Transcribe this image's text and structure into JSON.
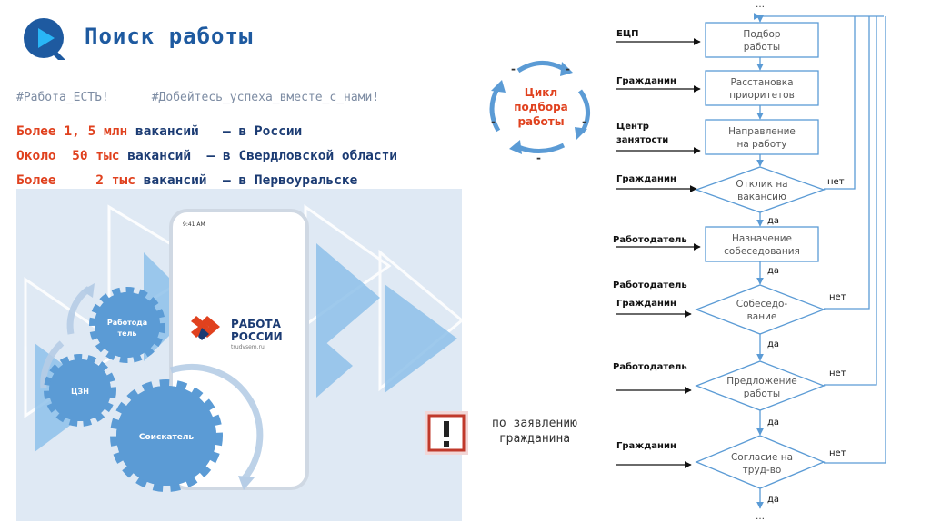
{
  "header": {
    "title": "Поиск работы",
    "tag1": "#Работа_ЕСТЬ!",
    "tag2": "#Добейтесь_успеха_вместе_с_нами!"
  },
  "stats": [
    {
      "prefix": "Более 1, 5 млн ",
      "word": "вакансий",
      "suffix": "   – в России"
    },
    {
      "prefix": "Около  50 тыс ",
      "word": "вакансий",
      "suffix": "  – в Свердловской области"
    },
    {
      "prefix": "Более     2 тыс ",
      "word": "вакансий",
      "suffix": "  – в Первоуральске"
    }
  ],
  "gears": {
    "employer_l1": "Работода",
    "employer_l2": "тель",
    "czn": "ЦЗН",
    "seeker": "Соискатель"
  },
  "phone": {
    "time": "9:41 AM",
    "brand_l1": "РАБОТА",
    "brand_l2": "РОССИИ",
    "brand_url": "trudvsem.ru"
  },
  "cycle": {
    "line1": "Цикл",
    "line2": "подбора",
    "line3": "работы",
    "dash": "-"
  },
  "warning": {
    "line1": "по заявлению",
    "line2": "гражданина"
  },
  "flow": {
    "top_dots": "…",
    "bottom_dots": "…",
    "actors": [
      "ЕЦП",
      "Гражданин",
      "Центр",
      "занятости",
      "Гражданин",
      "Работодатель",
      "Работодатель",
      "Гражданин",
      "Работодатель",
      "Гражданин"
    ],
    "box1": [
      "Подбор",
      "работы"
    ],
    "box2": [
      "Расстановка",
      "приоритетов"
    ],
    "box3": [
      "Направление",
      "на работу"
    ],
    "dec1": [
      "Отклик на",
      "вакансию"
    ],
    "box4": [
      "Назначение",
      "собеседования"
    ],
    "dec2": [
      "Собеседо-",
      "вание"
    ],
    "dec3": [
      "Предложение",
      "работы"
    ],
    "dec4": [
      "Согласие на",
      "труд-во"
    ],
    "yes": "да",
    "no": "нет"
  },
  "colors": {
    "title": "#1e5aa0",
    "red": "#e0411e",
    "navy": "#1b3b73",
    "flow_line": "#5b9bd5",
    "gear": "#5b9bd5"
  }
}
